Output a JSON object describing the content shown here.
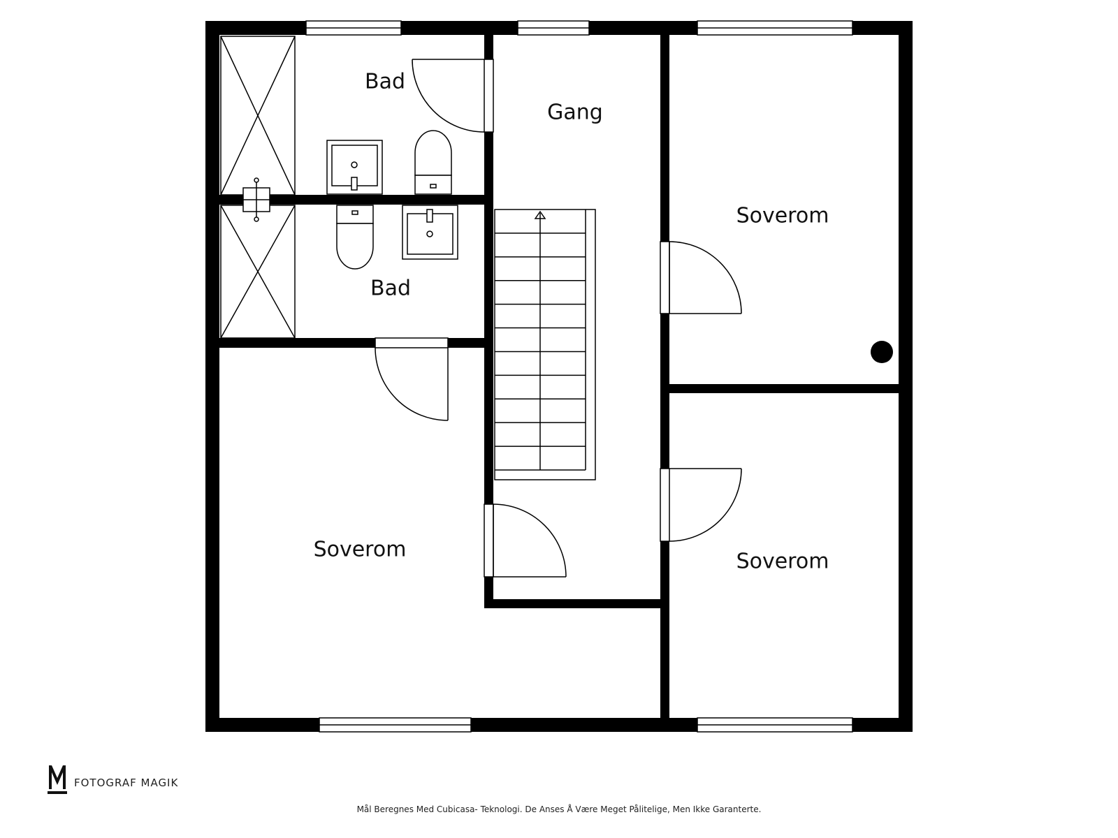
{
  "floor_plan": {
    "rooms": [
      {
        "id": "bad-top",
        "label": "Bad"
      },
      {
        "id": "bad-bottom",
        "label": "Bad"
      },
      {
        "id": "gang",
        "label": "Gang"
      },
      {
        "id": "soverom-right-top",
        "label": "Soverom"
      },
      {
        "id": "soverom-right-bottom",
        "label": "Soverom"
      },
      {
        "id": "soverom-left",
        "label": "Soverom"
      }
    ],
    "wall_color": "#000000",
    "background_color": "#ffffff"
  },
  "branding": {
    "logo_letter": "M",
    "name": "FOTOGRAF MAGIK"
  },
  "footer": {
    "disclaimer": "Mål Beregnes Med Cubicasa- Teknologi. De Anses Å Være Meget Pålitelige, Men Ikke Garanterte."
  }
}
